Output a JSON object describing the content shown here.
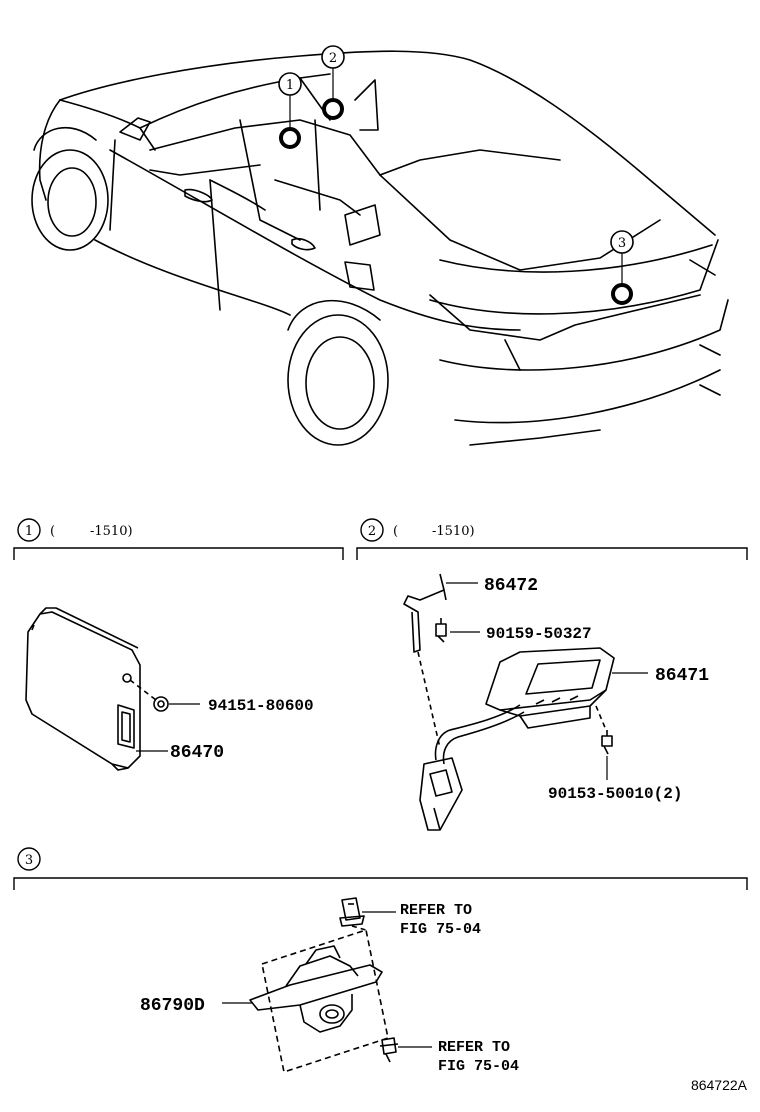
{
  "callouts": {
    "c1": "1",
    "c2": "2",
    "c3": "3"
  },
  "sections": {
    "s1": {
      "number": "1",
      "open_paren": "(",
      "range": "-1510)"
    },
    "s2": {
      "number": "2",
      "open_paren": "(",
      "range": "-1510)"
    },
    "s3": {
      "number": "3"
    }
  },
  "parts": {
    "p86470": "86470",
    "p94151": "94151-80600",
    "p86472": "86472",
    "p90159": "90159-50327",
    "p86471": "86471",
    "p90153": "90153-50010(2)",
    "p86790d": "86790D"
  },
  "refs": {
    "upper_line1": "REFER TO",
    "upper_line2": "FIG 75-04",
    "lower_line1": "REFER TO",
    "lower_line2": "FIG 75-04"
  },
  "diagram_id": "864722A"
}
